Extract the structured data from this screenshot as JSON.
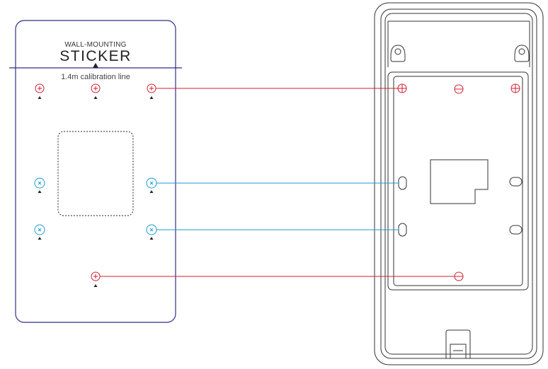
{
  "sticker": {
    "subtitle": "WALL-MOUNTING",
    "title": "STICKER",
    "calibration_label": "1.4m calibration line"
  },
  "colors": {
    "sticker_outline": "#2e2e8a",
    "red_hole": "#d11f2f",
    "blue_hole": "#1c9ad6",
    "device_outline": "#333333"
  },
  "icons": {
    "red_hole": "circle-plus-icon",
    "blue_hole": "circle-x-icon",
    "device_red_hole": "circle-cross-icon",
    "device_minus_hole": "circle-minus-icon",
    "device_slot": "oval-slot-icon",
    "pointer": "triangle-up-icon"
  }
}
